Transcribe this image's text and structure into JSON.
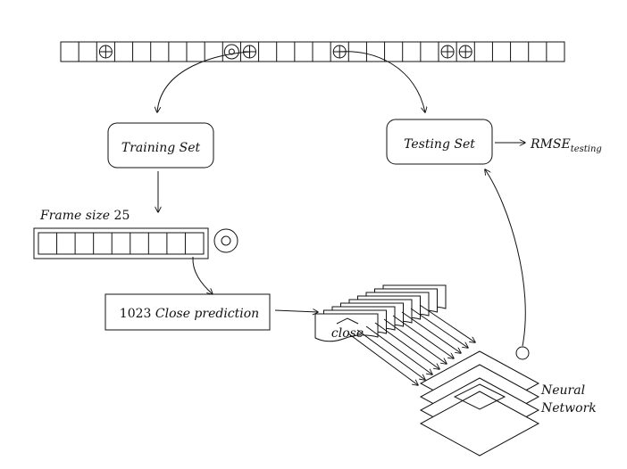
{
  "colors": {
    "ink": "#111111",
    "background": "#ffffff"
  },
  "labels": {
    "training_set": "Training Set",
    "testing_set": "Testing Set",
    "rmse_main": "RMSE",
    "rmse_sub": "testing",
    "frame_size_text": "Frame size ",
    "frame_size_value": "25",
    "prediction_count": "1023",
    "prediction_text": " Close prediction",
    "close_label": "close",
    "neural": "Neural",
    "network": "Network"
  },
  "top_series": {
    "cell_count": 28,
    "plus_cells": [
      2,
      10,
      15,
      21,
      22
    ],
    "target_cell": 9
  },
  "frame_window": {
    "cell_count": 9
  }
}
